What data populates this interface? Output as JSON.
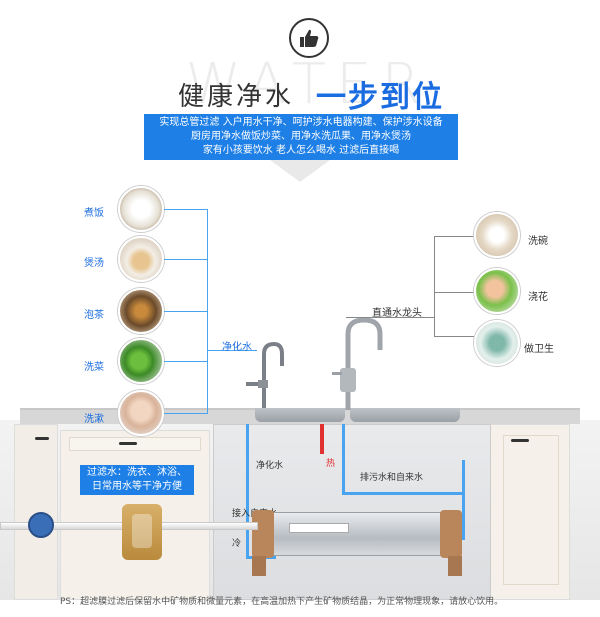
{
  "header": {
    "watermark": "WATER",
    "title_left": "健康净水",
    "title_right": "一步到位",
    "description_lines": [
      "实现总管过滤 入户用水干净、呵护涉水电器构建、保护涉水设备",
      "厨房用净水做饭炒菜、用净水洗瓜果、用净水煲汤",
      "家有小孩要饮水 老人怎么喝水 过滤后直接喝"
    ]
  },
  "left_uses": [
    {
      "label": "煮饭",
      "icon": "rice-bowl-icon"
    },
    {
      "label": "煲汤",
      "icon": "soup-bowl-icon"
    },
    {
      "label": "泡茶",
      "icon": "teapot-icon"
    },
    {
      "label": "洗菜",
      "icon": "vegetables-icon"
    },
    {
      "label": "洗漱",
      "icon": "face-wash-icon"
    }
  ],
  "left_connector_label": "净化水",
  "right_connector_label": "直通水龙头",
  "right_uses": [
    {
      "label": "洗碗",
      "icon": "dishes-icon"
    },
    {
      "label": "浇花",
      "icon": "flower-icon"
    },
    {
      "label": "做卫生",
      "icon": "cleaning-icon"
    }
  ],
  "kitchen": {
    "pipe_label_purified": "净化水",
    "pipe_label_hot": "热",
    "pipe_label_drain": "排污水和自来水",
    "pipe_label_inlet": "接入自来水",
    "pipe_label_cold": "冷"
  },
  "note": {
    "line1": "过滤水：洗衣、沐浴、",
    "line2": "日常用水等干净方便"
  },
  "ps_text": "PS：超滤膜过滤后保留水中矿物质和微量元素，在高温加热下产生矿物质结晶，为正常物理现象，请放心饮用。",
  "colors": {
    "accent_blue": "#1e7fe6",
    "text_dark": "#333333",
    "hot_red": "#e03030"
  }
}
